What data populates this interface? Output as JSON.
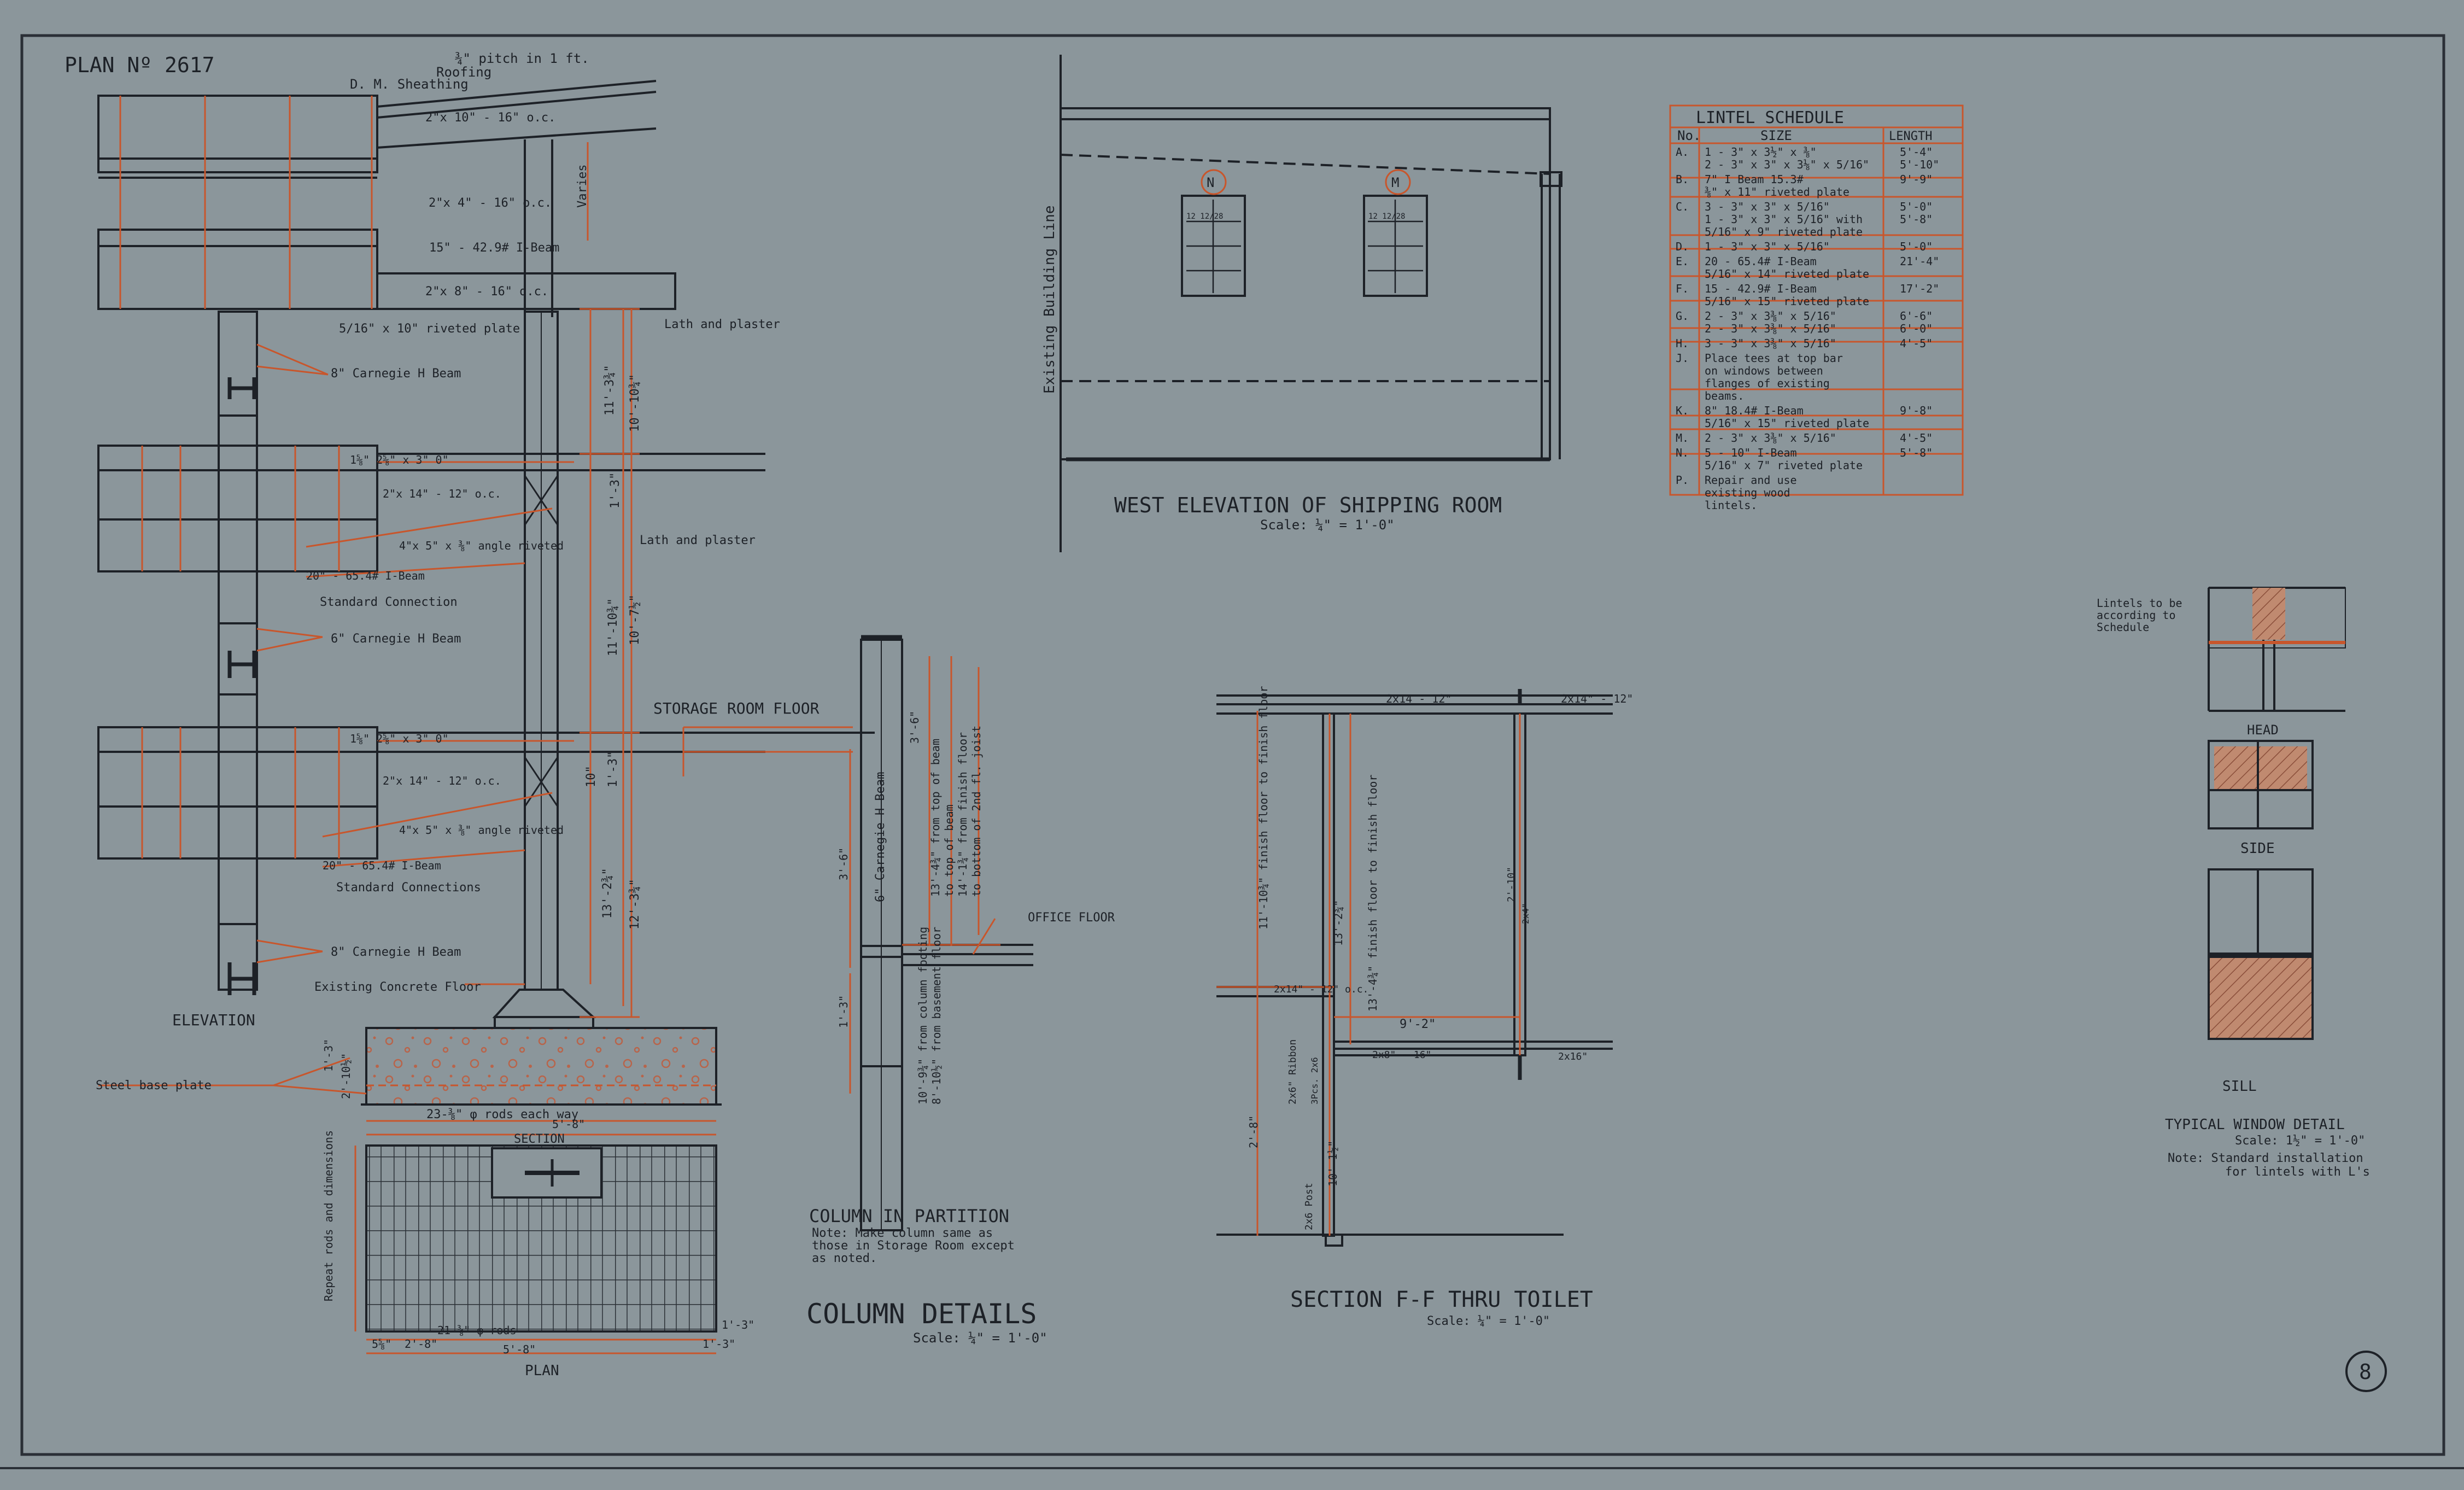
{
  "plan_number": "PLAN Nº 2617",
  "sheet_number": "8",
  "colors": {
    "paper": "#8b969b",
    "ink": "#1d2127",
    "red": "#c8562c",
    "hatch": "#c4876b"
  },
  "column_details": {
    "title": "COLUMN DETAILS",
    "scale": "Scale: ¼\" = 1'-0\"",
    "elevation_label": "ELEVATION",
    "roofing_labels": [
      "¾\" pitch in 1 ft.",
      "Roofing",
      "D. M. Sheathing"
    ],
    "joist_labels": [
      "2\"x 10\" - 16\" o.c.",
      "2\"x 4\" - 16\" o.c.",
      "15\" - 42.9# I-Beam",
      "2\"x 8\" - 16\" o.c."
    ],
    "plate_label": "5/16\" x 10\" riveted plate",
    "varies": "Varies",
    "lath_plaster_1": "Lath and plaster",
    "lath_plaster_2": "Lath and plaster",
    "carnegie_1": "8\" Carnegie H Beam",
    "carnegie_2": "6\" Carnegie H Beam",
    "carnegie_3": "8\" Carnegie H Beam",
    "floor2_labels": [
      "1⅝\" 2⅝\" x 3\" 0\"",
      "2\"x 14\" - 12\" o.c.",
      "4\"x 5\" x ⅜\" angle riveted",
      "20\" - 65.4# I-Beam",
      "Standard Connection"
    ],
    "floor3_labels": [
      "1⅝\" 2⅝\" x 3\" 0\"",
      "2\"x 14\" - 12\" o.c.",
      "4\"x 5\" x ⅜\" angle riveted",
      "20\" - 65.4# I-Beam",
      "Standard Connections"
    ],
    "storage_floor": "STORAGE ROOM FLOOR",
    "existing_floor": "Existing Concrete Floor",
    "heights": [
      "11'-3¾\"",
      "10'-10¾\"",
      "1'-3\"",
      "11'-10¾\"",
      "10'-7½\"",
      "10\"",
      "1'-3\"",
      "13'-2¾\"",
      "12'-3¾\""
    ],
    "footing": {
      "steel_base_plate": "Steel base plate",
      "rods": "23-⅜\" φ rods each way",
      "width": "5'-8\"",
      "section_label": "SECTION",
      "plan_label": "PLAN",
      "repeat_note": "Repeat rods and dimensions",
      "plan_rods": "21-⅜\" φ rods",
      "plan_dims": [
        "2'-8\"",
        "5'-8\"",
        "5⅝\"",
        "1'-3\"",
        "1'-3\""
      ],
      "depths": [
        "1'-3\"",
        "2'-10½\""
      ]
    }
  },
  "column_in_partition": {
    "title": "COLUMN IN PARTITION",
    "note": [
      "Note: Make column same as",
      "those in Storage Room except",
      "as noted."
    ],
    "beam": "6\" Carnegie H Beam",
    "office_floor": "OFFICE FLOOR",
    "dims": [
      "3'-6\"",
      "3'-6\"",
      "1'-3\""
    ],
    "notes": [
      "13'-4¾\" from top of beam",
      "to top of beam",
      "14'-1¾\" from finish floor",
      "to bottom of 2nd fl. joist",
      "10'-9¾\" from column footing",
      "8'-10½\" from basement floor"
    ]
  },
  "west_elevation": {
    "title": "WEST ELEVATION OF SHIPPING ROOM",
    "scale": "Scale: ¼\" = 1'-0\"",
    "building_line": "Existing Building Line",
    "windows": [
      {
        "mark": "N",
        "sash": "12 12/28"
      },
      {
        "mark": "M",
        "sash": "12 12/28"
      }
    ]
  },
  "lintel_schedule": {
    "title": "LINTEL SCHEDULE",
    "headers": [
      "No.",
      "SIZE",
      "LENGTH"
    ],
    "rows": [
      {
        "no": "A.",
        "size": [
          "1 - 3\" x 3½\" x ⅜\"",
          "2 - 3\" x 3\" x 3⅛\" x 5/16\""
        ],
        "length": [
          "5'-4\"",
          "5'-10\""
        ]
      },
      {
        "no": "B.",
        "size": [
          "7\" I Beam 15.3#",
          "⅜\" x 11\" riveted plate"
        ],
        "length": [
          "9'-9\""
        ]
      },
      {
        "no": "C.",
        "size": [
          "3 - 3\" x 3\" x 5/16\"",
          "1 - 3\" x 3\" x 5/16\" with",
          "5/16\" x 9\" riveted plate"
        ],
        "length": [
          "5'-0\"",
          "5'-8\""
        ]
      },
      {
        "no": "D.",
        "size": [
          "1 - 3\" x 3\" x 5/16\""
        ],
        "length": [
          "5'-0\""
        ]
      },
      {
        "no": "E.",
        "size": [
          "20 - 65.4# I-Beam",
          "5/16\" x 14\" riveted plate"
        ],
        "length": [
          "21'-4\""
        ]
      },
      {
        "no": "F.",
        "size": [
          "15 - 42.9# I-Beam",
          "5/16\" x 15\" riveted plate"
        ],
        "length": [
          "17'-2\""
        ]
      },
      {
        "no": "G.",
        "size": [
          "2 - 3\" x 3⅜\" x 5/16\"",
          "2 - 3\" x 3⅜\" x 5/16\""
        ],
        "length": [
          "6'-6\"",
          "6'-0\""
        ]
      },
      {
        "no": "H.",
        "size": [
          "3 - 3\" x 3⅜\" x 5/16\""
        ],
        "length": [
          "4'-5\""
        ]
      },
      {
        "no": "J.",
        "size": [
          "Place tees at top bar",
          "on windows between",
          "flanges of existing",
          "beams."
        ],
        "length": [
          ""
        ]
      },
      {
        "no": "K.",
        "size": [
          "8\" 18.4# I-Beam",
          "5/16\" x 15\" riveted plate"
        ],
        "length": [
          "9'-8\""
        ]
      },
      {
        "no": "M.",
        "size": [
          "2 - 3\" x 3⅜\" x 5/16\""
        ],
        "length": [
          "4'-5\""
        ]
      },
      {
        "no": "N.",
        "size": [
          "5 - 10\" I-Beam",
          "5/16\" x 7\" riveted plate"
        ],
        "length": [
          "5'-8\""
        ]
      },
      {
        "no": "P.",
        "size": [
          "Repair and use",
          "existing wood",
          "lintels."
        ],
        "length": [
          ""
        ]
      }
    ]
  },
  "section_ff": {
    "title": "SECTION F-F THRU TOILET",
    "scale": "Scale: ¼\" = 1'-0\"",
    "labels": [
      "2x14 - 12\"",
      "2x14\" - 12\"",
      "2x14\" - 12\" o.c.",
      "2x8\" - 16\"",
      "2x16\"",
      "9'-2\"",
      "2x6\" Ribbon",
      "2x6 Post",
      "3Pcs. 2x6",
      "2x4\""
    ],
    "dims": [
      "11'-10¾\" finish floor to finish floor",
      "13'-4¾\" finish floor to finish floor",
      "13'-2¾\"",
      "10'-1½\"",
      "2'-8\"",
      "2'-10\""
    ]
  },
  "window_detail": {
    "lintel_note": [
      "Lintels to be",
      "according to",
      "Schedule"
    ],
    "head": "HEAD",
    "side": "SIDE",
    "sill": "SILL",
    "title": "TYPICAL WINDOW DETAIL",
    "scale": "Scale: 1½\" = 1'-0\"",
    "note": [
      "Note: Standard installation",
      "for lintels with L's"
    ]
  }
}
